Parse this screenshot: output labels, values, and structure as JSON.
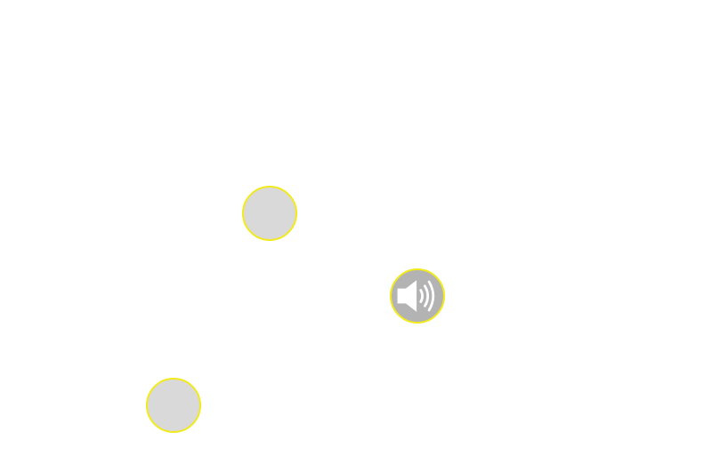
{
  "buttons": [
    {
      "name": "circle-button-1",
      "icon": "none",
      "fill": "#d9d9d9"
    },
    {
      "name": "sound-button",
      "icon": "speaker-icon",
      "fill": "#b3b3b3"
    },
    {
      "name": "circle-button-2",
      "icon": "none",
      "fill": "#d9d9d9"
    }
  ],
  "colors": {
    "border": "#f2ea1c",
    "icon": "#ffffff"
  }
}
